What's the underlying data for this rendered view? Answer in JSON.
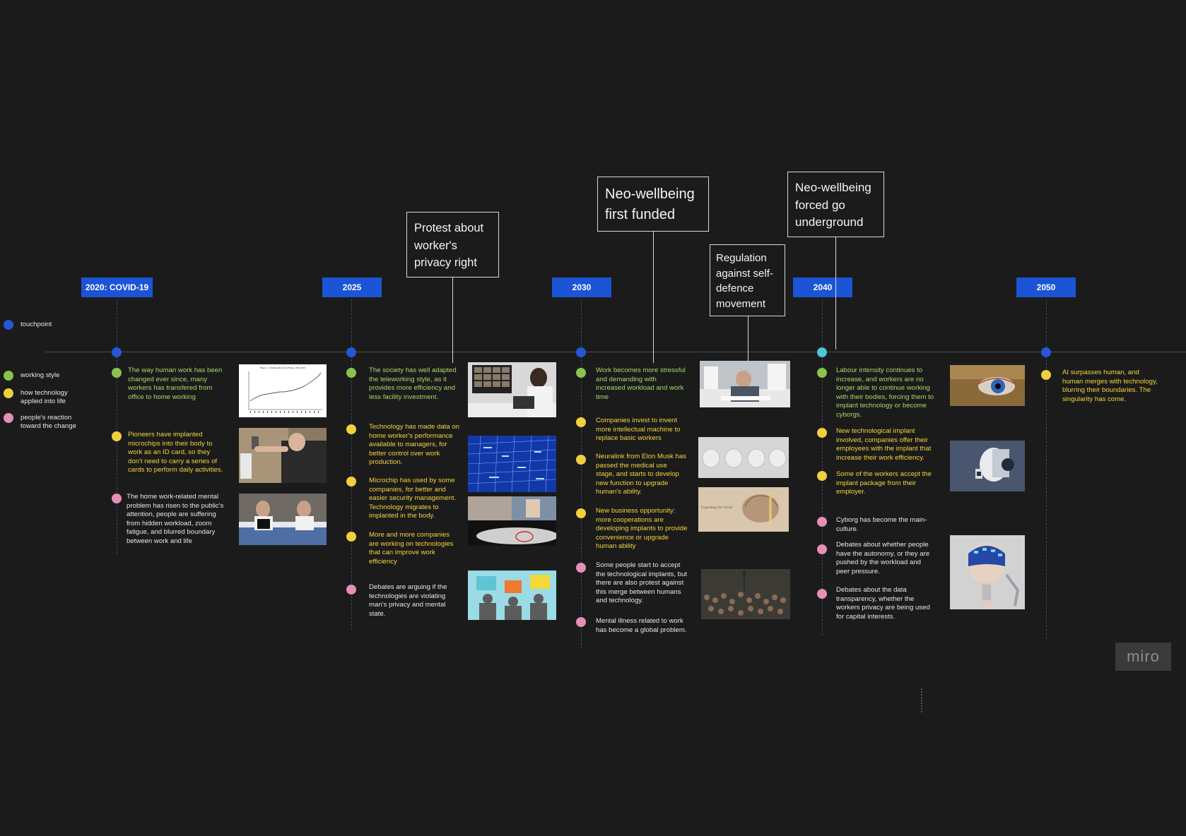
{
  "legend": {
    "touchpoint": "touchpoint",
    "working_style": "working style",
    "technology": "how technology applied into life",
    "reaction": "people's reaction toward the change"
  },
  "years": {
    "y2020": "2020: COVID-19",
    "y2025": "2025",
    "y2030": "2030",
    "y2040": "2040",
    "y2050": "2050"
  },
  "callouts": {
    "protest": "Protest about worker's privacy right",
    "funded": "Neo-wellbeing first funded",
    "regulation": "Regulation against self-defence movement",
    "underground": "Neo-wellbeing forced go underground"
  },
  "entries": {
    "c2020": {
      "working": "The way human work has been changed ever since, many workers has transfered from office to home working",
      "tech": "Pioneers have implanted microchips into their body to work as an ID card, so they don't need to carry a series of cards to perform daily activities.",
      "reaction": "The home work-related mental problem has risen to the public's attention, people are suffering from hidden workload, zoom fatigue, and blurred boundary between work and life"
    },
    "c2025": {
      "working": "The society has well adapted the teleworking style, as it provides more efficiency and less facility investment.",
      "tech1": "Technology has made data on home worker's performance available to managers, for better control over work production.",
      "tech2": "Microchip has used by some companies, for better and easier security management. Technology migrates to implanted in the body.",
      "tech3": "More and more companies are working on technologies that can improve work efficiency",
      "reaction": "Debates are arguing if the technologies are violating man's privacy and mental state."
    },
    "c2030": {
      "working": "Work becomes more stressful and demanding with increased workload and work time",
      "tech1": "Companies invest to invent more intellectual machine to replace basic workers",
      "tech2": "Neuralink from Elon Musk has passed the medical use stage, and starts to develop new function to upgrade human's ability.",
      "tech3": "New business opportunity: more cooperations are developing implants to provide convenience or upgrade human ability",
      "reaction1": "Some people start to accept the technological implants, but there are also protest against this merge between humans and technology.",
      "reaction2": "Mental illness related to work has become a global problem."
    },
    "c2040": {
      "working": "Labour intensity continues to increase, and workers are no longer able to continue working with their bodies, forcing them to implant technology or become cyborgs.",
      "tech1": "New technological implant involved, companies offer their employees with the implant that increase their work efficiency.",
      "tech2": "Some of the workers accept the implant package from their employer.",
      "reaction1": "Cyborg has become the main-culture.",
      "reaction2": "Debates about whether people have the autonomy, or they are pushed by the workload and peer pressure.",
      "reaction3": "Debates about the data transparency, whether the workers privacy are being used for capital interests."
    },
    "c2050": {
      "tech": "AI surpasses human, and human merges with technology, blurring their boundaries. The singularity has come."
    }
  },
  "images": {
    "chart_caption": "Figure 1. Working Mobile in Home, 1981-2019",
    "brain_caption": "Expanding Our World"
  },
  "watermark": "miro",
  "colors": {
    "background": "#1b1b1b",
    "year_label": "#1c54d6",
    "working_style": "#8bc34a",
    "technology": "#f2cf3e",
    "reaction": "#e58fb6",
    "touchpoint": "#2556d4"
  }
}
